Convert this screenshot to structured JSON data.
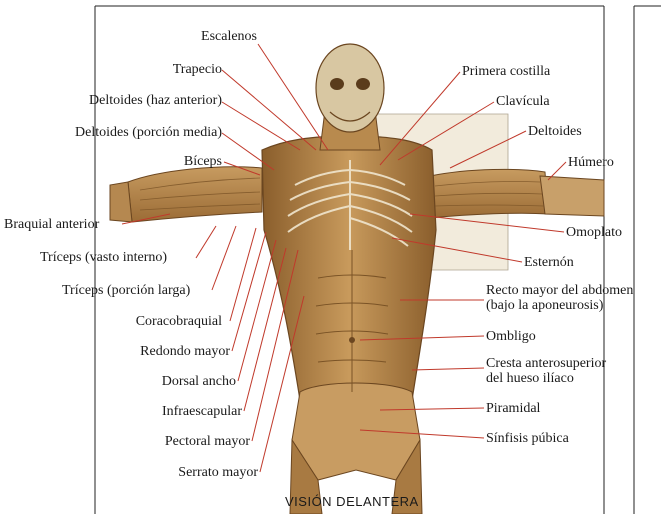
{
  "labels_left": [
    "Escalenos",
    "Trapecio",
    "Deltoides (haz anterior)",
    "Deltoides (porción media)",
    "Bíceps",
    "Braquial anterior",
    "Tríceps (vasto interno)",
    "Tríceps (porción larga)",
    "Coracobraquial",
    "Redondo mayor",
    "Dorsal ancho",
    "Infraescapular",
    "Pectoral mayor",
    "Serrato mayor"
  ],
  "labels_right": {
    "primera_costilla": "Primera costilla",
    "clavicula": "Clavícula",
    "deltoides": "Deltoides",
    "humero": "Húmero",
    "omoplato": "Omoplato",
    "esternon": "Esternón",
    "recto_line1": "Recto mayor del abdomen",
    "recto_line2": "(bajo la aponeurosis)",
    "ombligo": "Ombligo",
    "cresta_line1": "Cresta anterosuperior",
    "cresta_line2": "del hueso ilíaco",
    "piramidal": "Piramidal",
    "sinfisis": "Sínfisis púbica"
  },
  "caption": "VISIÓN DELANTERA",
  "colors": {
    "muscle": "#b98a4e",
    "muscle_dark": "#7a5326",
    "bone": "#e8dcc0",
    "leader": "#c0392b",
    "frame": "#222222"
  }
}
